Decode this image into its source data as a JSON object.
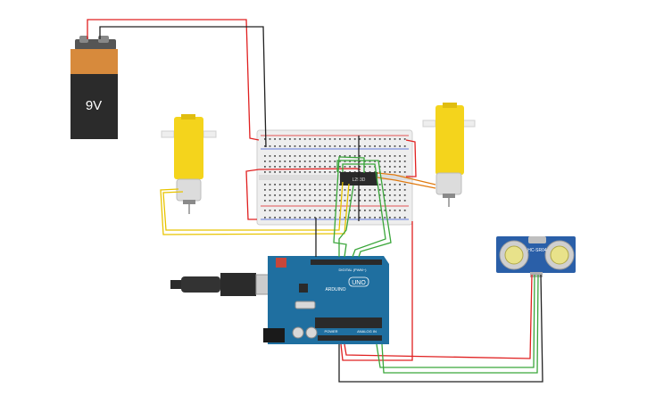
{
  "battery": {
    "label": "9V"
  },
  "driver_chip": {
    "label": "L293D"
  },
  "sensor": {
    "label": "HC-SR04"
  },
  "arduino": {
    "logo_text": "ARDUINO",
    "model": "UNO",
    "digital_label": "DIGITAL (PWM~)",
    "power_label": "POWER",
    "analog_label": "ANALOG IN"
  },
  "colors": {
    "wire_red": "#e02020",
    "wire_black": "#222222",
    "wire_green": "#3aa63a",
    "wire_yellow": "#e8c400",
    "wire_orange": "#e07a10",
    "motor_yellow": "#f4d41c",
    "board_blue": "#1f6fa0",
    "sensor_blue": "#2a5fa8",
    "breadboard": "#eeeeee"
  },
  "icons": [
    "battery-icon",
    "dc-motor-icon",
    "breadboard-icon",
    "ic-chip-icon",
    "arduino-board-icon",
    "usb-cable-icon",
    "ultrasonic-sensor-icon"
  ]
}
